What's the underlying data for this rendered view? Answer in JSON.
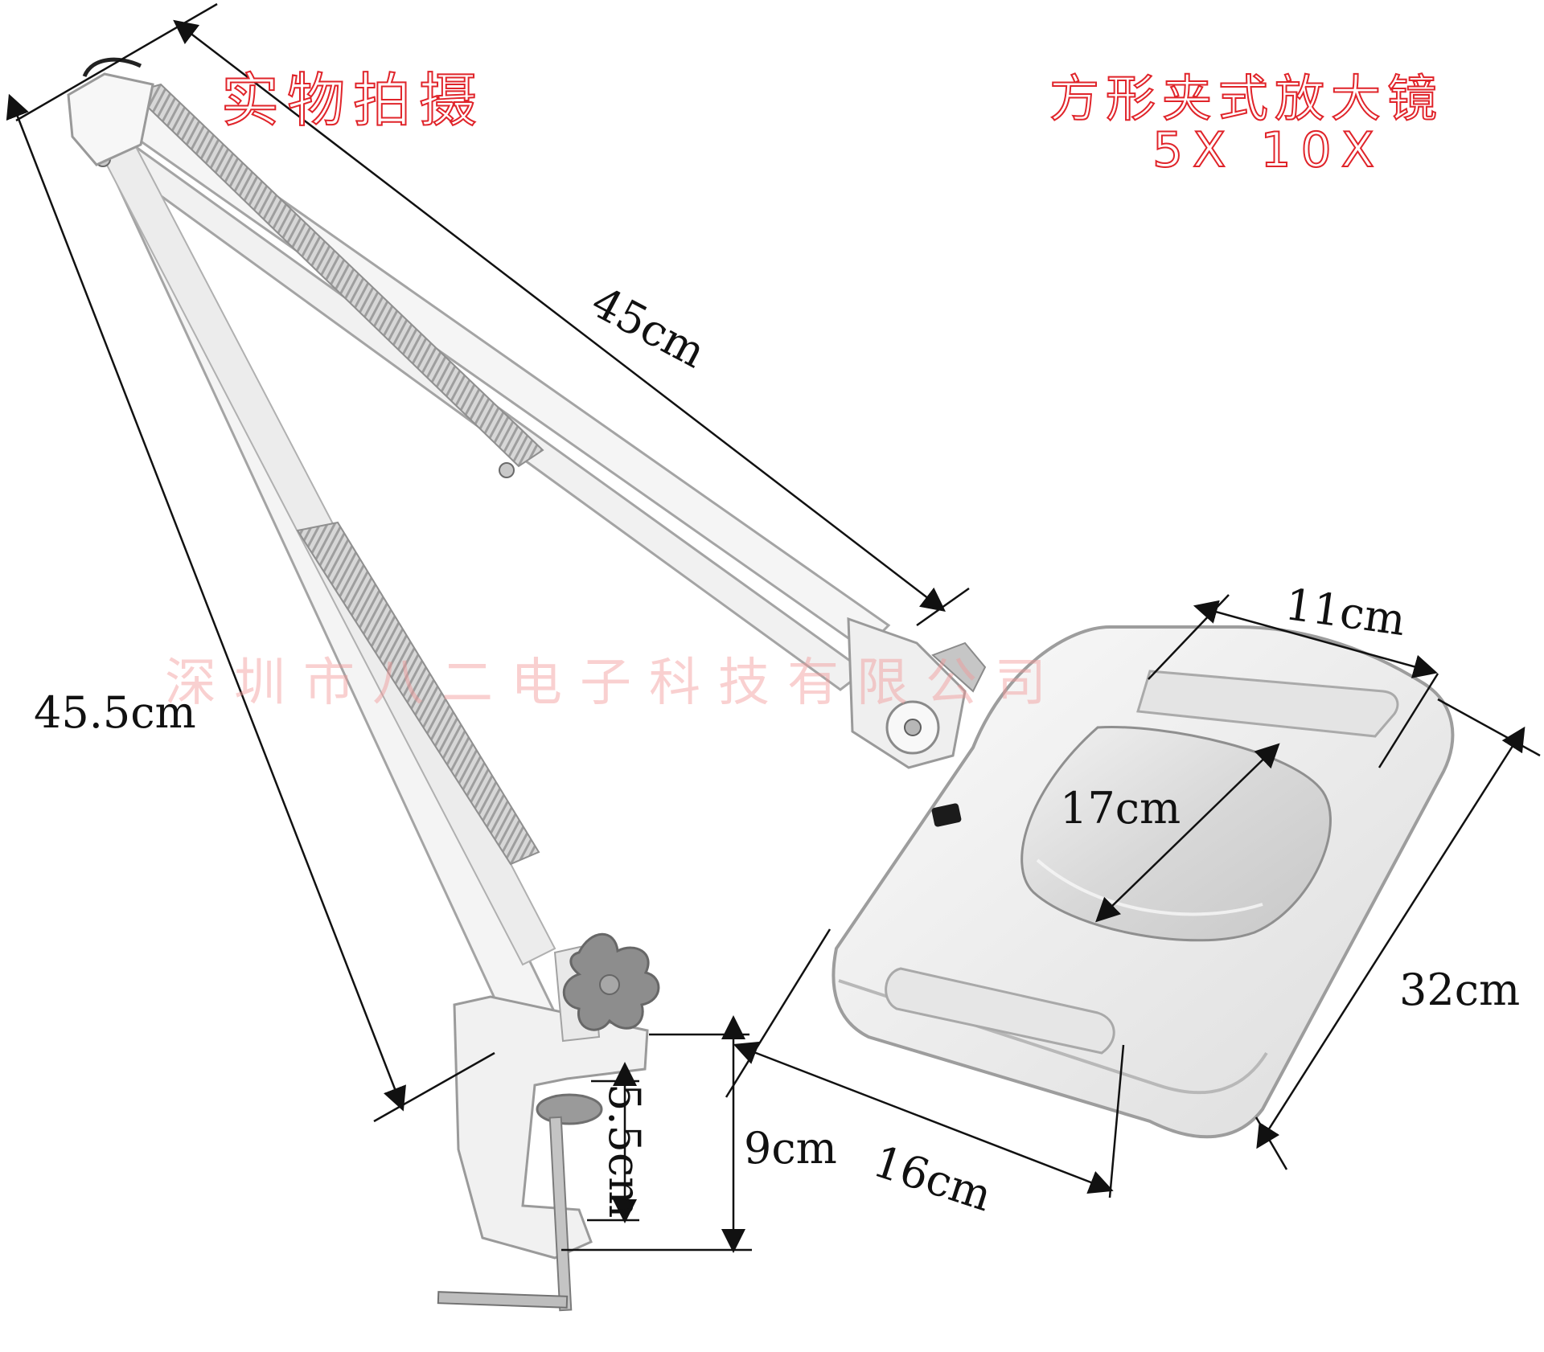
{
  "texts": {
    "title_left": "实物拍摄",
    "title_right": "方形夹式放大镜",
    "title_right_sub": "5X 10X",
    "watermark": "深圳市八二电子科技有限公司"
  },
  "dimensions": {
    "arm_upper": "45cm",
    "arm_lower": "45.5cm",
    "head_width": "11cm",
    "lens_diagonal": "17cm",
    "head_length": "32cm",
    "head_depth": "16cm",
    "clamp_height": "9cm",
    "clamp_opening": "5.5cm"
  },
  "colors": {
    "label_red": "#e0242a",
    "arm_white": "#f4f4f4",
    "outline_gray": "#9a9a9a",
    "spring_gray": "#b8b8b8",
    "knob_gray": "#8d8d8d",
    "dimension_line": "#111111"
  },
  "icons": {
    "arrow": "dimension-arrow-icon",
    "switch": "power-switch-icon"
  }
}
